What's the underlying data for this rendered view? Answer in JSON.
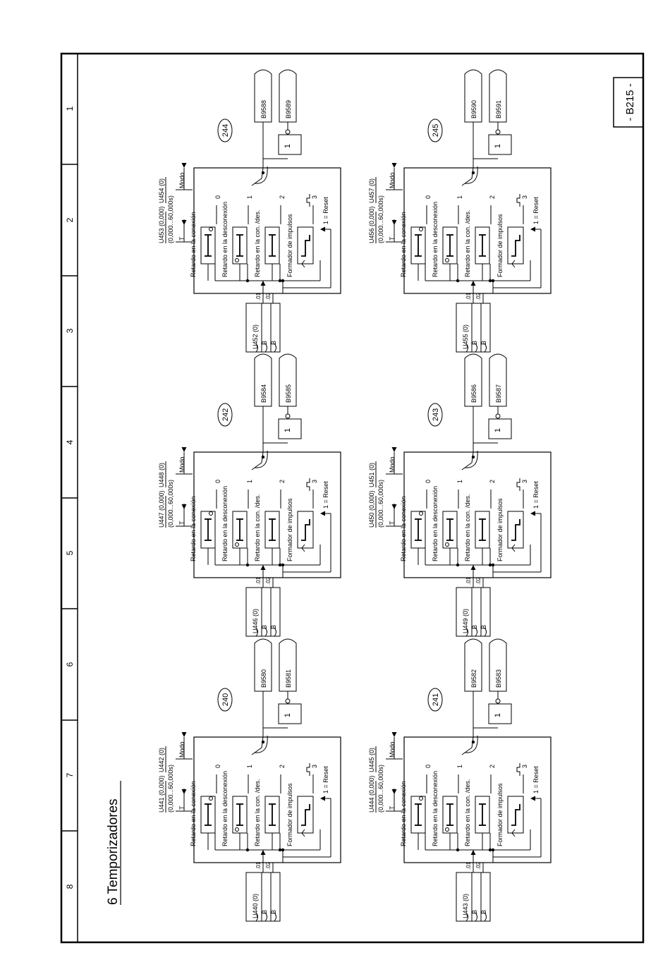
{
  "page": {
    "title": "6 Temporizadores",
    "page_label": "- B215 -",
    "grid_numbers": [
      "1",
      "2",
      "3",
      "4",
      "5",
      "6",
      "7",
      "8"
    ]
  },
  "common": {
    "t_label": "T",
    "mode_label": "Modo",
    "range_text": "(0,000...60,000s)",
    "bit1": ".01",
    "bit2": ".02",
    "b_letter": "B",
    "gate_label": "1",
    "mode_labels": [
      "Retardo en la conexión",
      "Retardo en la desconexión",
      "Retardo en la con. /des.",
      "Formador de impulsos"
    ],
    "mode_numbers": [
      "0",
      "1",
      "2",
      "3"
    ],
    "reset_label": "1 = Reset"
  },
  "timers": [
    {
      "id": "240",
      "input": "U440 (0)",
      "time": "U441 (0,000)",
      "mode": "U442 (0)",
      "out1": "B9580",
      "out2": "B9581"
    },
    {
      "id": "241",
      "input": "U443 (0)",
      "time": "U444 (0,000)",
      "mode": "U445 (0)",
      "out1": "B9582",
      "out2": "B9583"
    },
    {
      "id": "242",
      "input": "U446 (0)",
      "time": "U447 (0,000)",
      "mode": "U448 (0)",
      "out1": "B9584",
      "out2": "B9585"
    },
    {
      "id": "243",
      "input": "U449 (0)",
      "time": "U450 (0,000)",
      "mode": "U451 (0)",
      "out1": "B9586",
      "out2": "B9587"
    },
    {
      "id": "244",
      "input": "U452 (0)",
      "time": "U453 (0,000)",
      "mode": "U454 (0)",
      "out1": "B9588",
      "out2": "B9589"
    },
    {
      "id": "245",
      "input": "U455 (0)",
      "time": "U456 (0,000)",
      "mode": "U457 (0)",
      "out1": "B9590",
      "out2": "B9591"
    }
  ]
}
